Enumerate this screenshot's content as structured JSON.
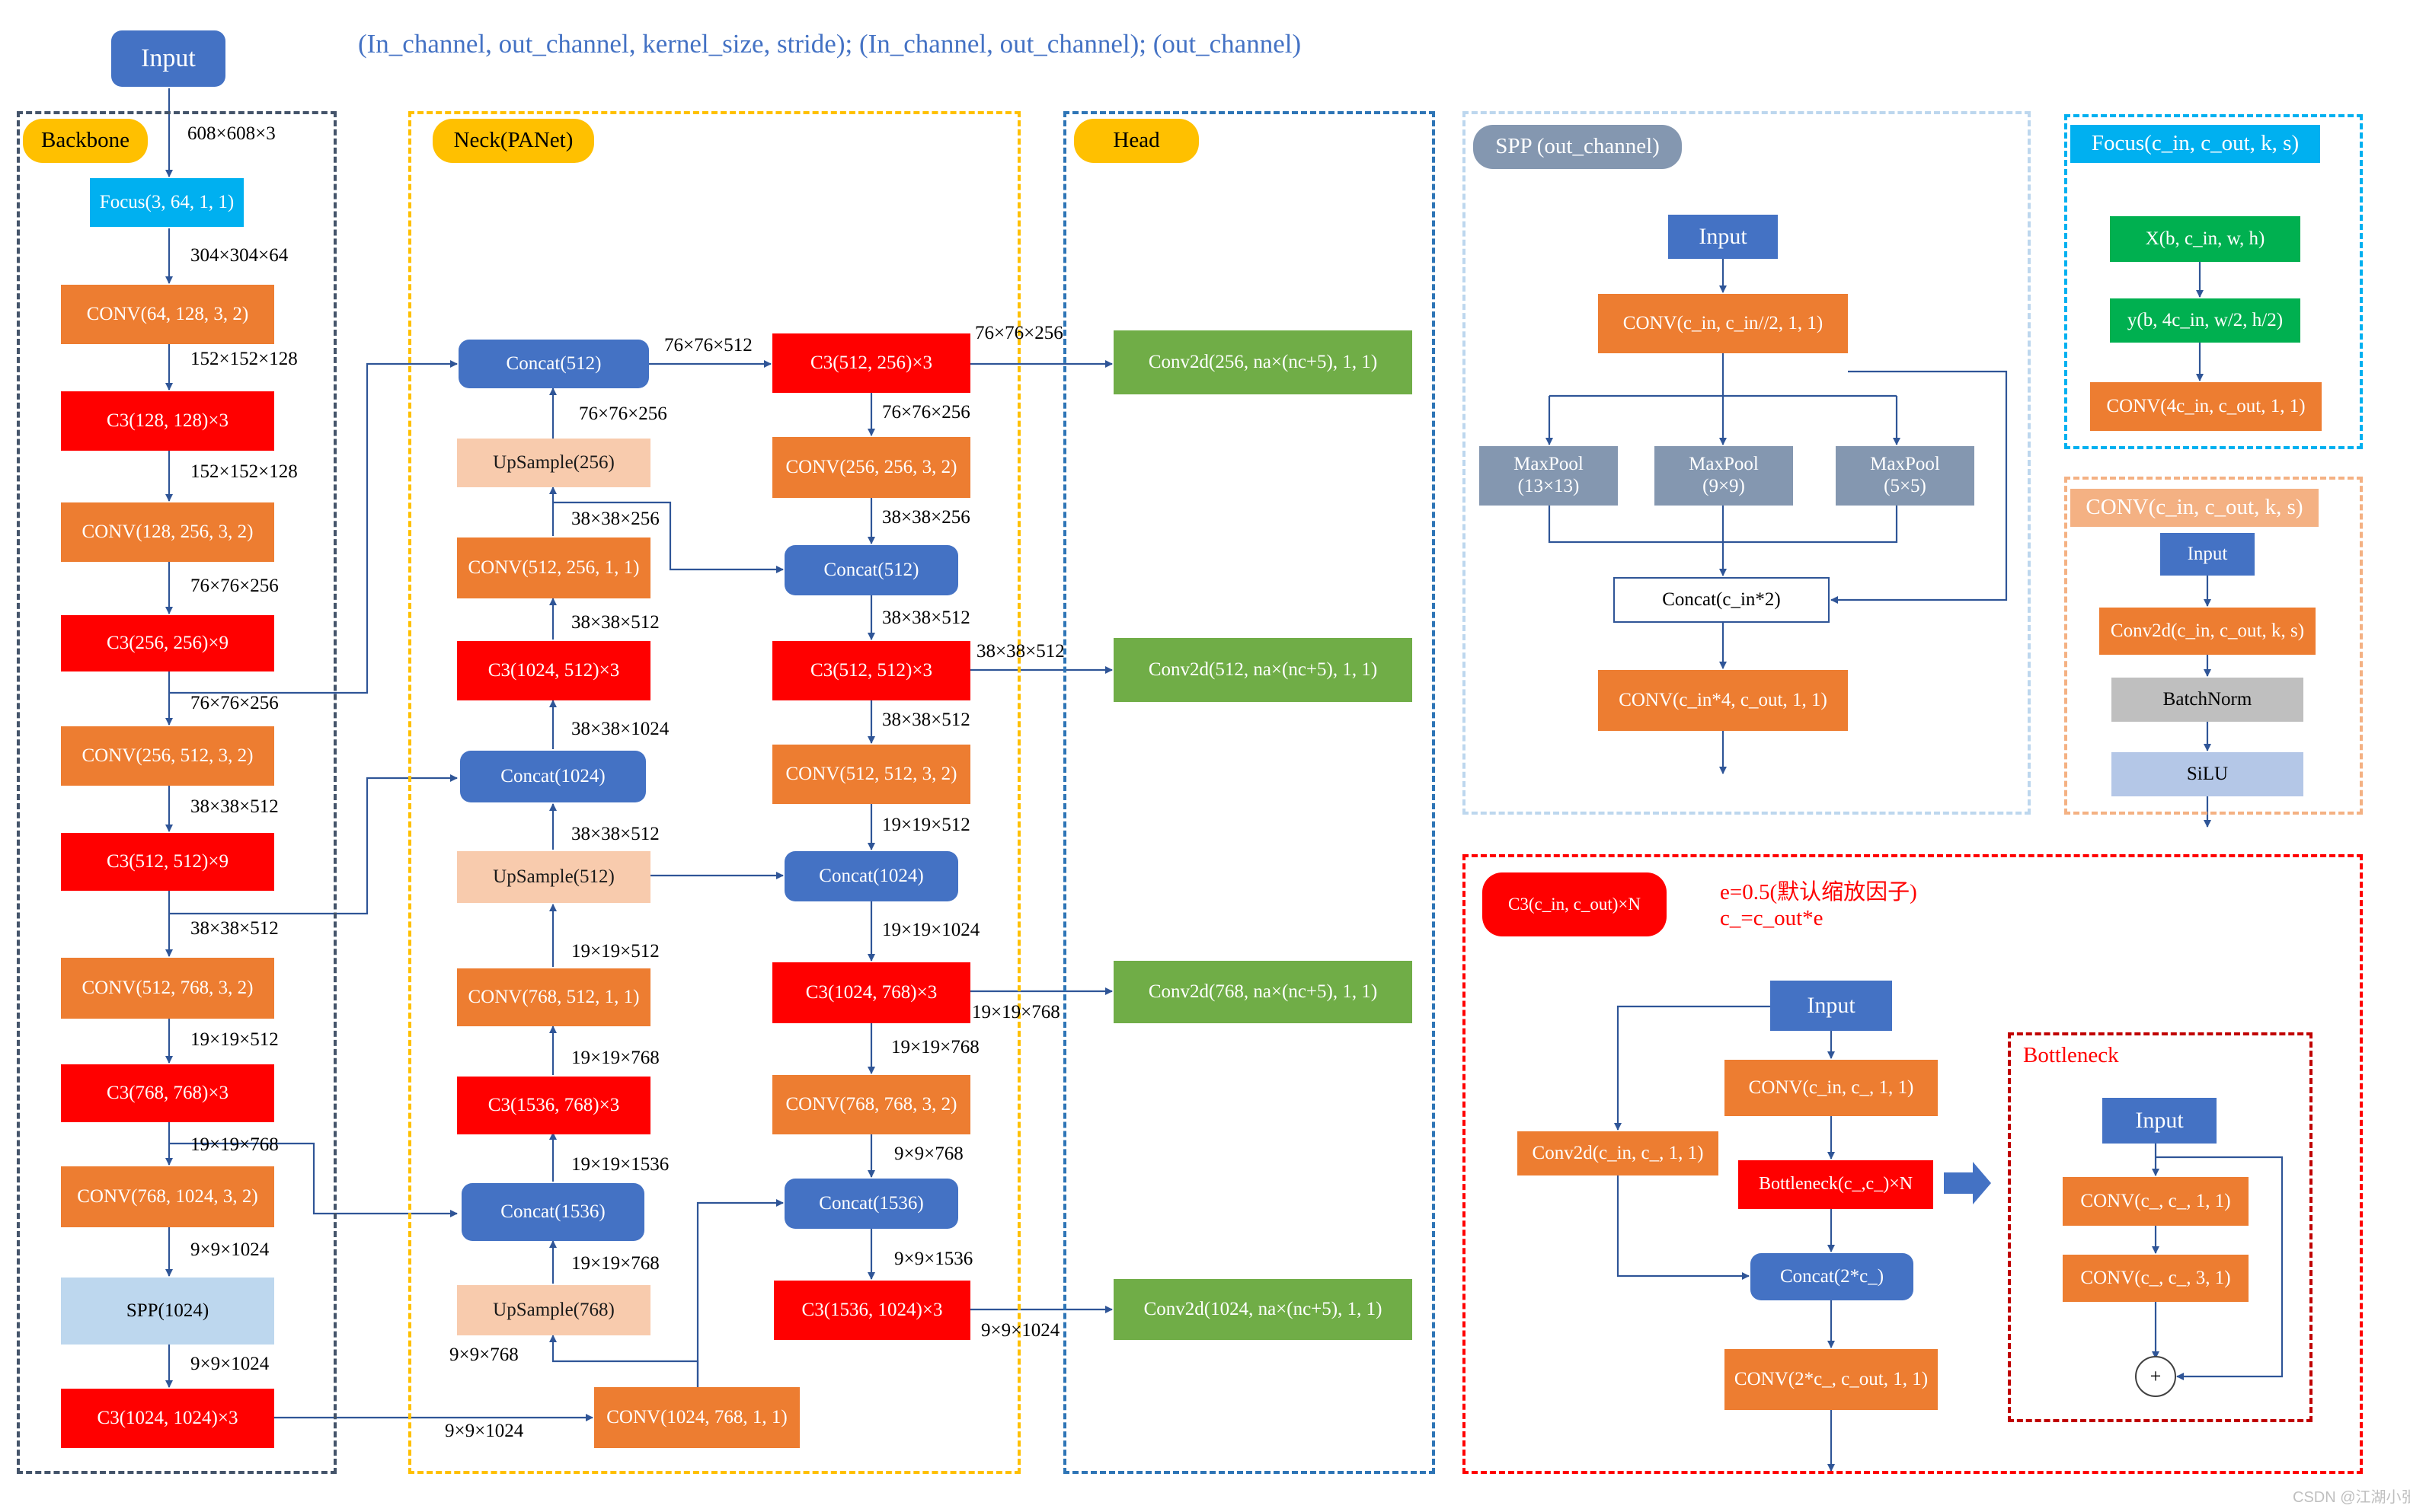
{
  "header": {
    "input_label": "Input",
    "legend": "(In_channel, out_channel, kernel_size, stride); (In_channel, out_channel); (out_channel)"
  },
  "sections": {
    "backbone": "Backbone",
    "neck": "Neck(PANet)",
    "head": "Head",
    "spp": "SPP (out_channel)",
    "focus": "Focus(c_in, c_out, k, s)",
    "conv": "CONV(c_in, c_out, k, s)",
    "c3": "C3(c_in, c_out)×N",
    "bottleneck": "Bottleneck"
  },
  "backbone": {
    "nodes": [
      "Focus(3, 64, 1, 1)",
      "CONV(64, 128, 3, 2)",
      "C3(128, 128)×3",
      "CONV(128, 256, 3, 2)",
      "C3(256, 256)×9",
      "CONV(256, 512, 3, 2)",
      "C3(512, 512)×9",
      "CONV(512, 768, 3, 2)",
      "C3(768, 768)×3",
      "CONV(768, 1024, 3, 2)",
      "SPP(1024)",
      "C3(1024, 1024)×3"
    ],
    "dims": [
      "608×608×3",
      "304×304×64",
      "152×152×128",
      "152×152×128",
      "76×76×256",
      "76×76×256",
      "38×38×512",
      "38×38×512",
      "19×19×512",
      "19×19×768",
      "9×9×1024",
      "9×9×1024"
    ]
  },
  "neck_left": {
    "nodes": [
      "Concat(512)",
      "UpSample(256)",
      "CONV(512, 256, 1, 1)",
      "C3(1024, 512)×3",
      "Concat(1024)",
      "UpSample(512)",
      "CONV(768, 512, 1, 1)",
      "C3(1536, 768)×3",
      "Concat(1536)",
      "UpSample(768)",
      "CONV(1024, 768, 1, 1)"
    ],
    "dims": [
      "76×76×512",
      "76×76×256",
      "38×38×256",
      "38×38×512",
      "38×38×1024",
      "38×38×512",
      "19×19×512",
      "19×19×768",
      "19×19×1536",
      "19×19×768",
      "9×9×768",
      "9×9×1024"
    ]
  },
  "neck_right": {
    "nodes": [
      "C3(512, 256)×3",
      "CONV(256, 256, 3, 2)",
      "Concat(512)",
      "C3(512, 512)×3",
      "CONV(512, 512, 3, 2)",
      "Concat(1024)",
      "C3(1024, 768)×3",
      "CONV(768, 768, 3, 2)",
      "Concat(1536)",
      "C3(1536, 1024)×3"
    ],
    "dims": [
      "76×76×256",
      "76×76×256",
      "38×38×256",
      "38×38×512",
      "38×38×512",
      "38×38×512",
      "19×19×512",
      "19×19×1024",
      "19×19×768",
      "19×19×768",
      "9×9×768",
      "9×9×1536",
      "9×9×1024"
    ]
  },
  "head": {
    "nodes": [
      "Conv2d(256, na×(nc+5), 1, 1)",
      "Conv2d(512, na×(nc+5), 1, 1)",
      "Conv2d(768, na×(nc+5), 1, 1)",
      "Conv2d(1024, na×(nc+5), 1, 1)"
    ]
  },
  "spp": {
    "input": "Input",
    "conv_in": "CONV(c_in, c_in//2, 1, 1)",
    "pools": [
      "MaxPool\n(13×13)",
      "MaxPool\n(9×9)",
      "MaxPool\n(5×5)"
    ],
    "concat": "Concat(c_in*2)",
    "conv_out": "CONV(c_in*4, c_out, 1, 1)"
  },
  "focus": {
    "nodes": [
      "X(b, c_in, w, h)",
      "y(b, 4c_in, w/2, h/2)",
      "CONV(4c_in, c_out, 1, 1)"
    ]
  },
  "conv_block": {
    "nodes": [
      "Input",
      "Conv2d(c_in, c_out, k, s)",
      "BatchNorm",
      "SiLU"
    ]
  },
  "c3": {
    "note1": "e=0.5(默认缩放因子)",
    "note2": "c_=c_out*e",
    "input": "Input",
    "conv1": "CONV(c_in, c_, 1, 1)",
    "bottleneck": "Bottleneck(c_,c_)×N",
    "conv2d": "Conv2d(c_in, c_, 1, 1)",
    "concat": "Concat(2*c_)",
    "conv_out": "CONV(2*c_, c_out, 1, 1)"
  },
  "bottleneck": {
    "input": "Input",
    "conv1": "CONV(c_, c_, 1, 1)",
    "conv2": "CONV(c_, c_, 3, 1)",
    "add": "+"
  },
  "watermark": "CSDN @江湖小张",
  "colors": {
    "conv": "#ED7D31",
    "c3": "#FF0000",
    "concat": "#4472C4",
    "head": "#70AD47",
    "upsample": "#F8CBAD",
    "spp_node": "#BDD7EE",
    "focus": "#00B0F0",
    "maxpool": "#8497B0",
    "section_tag": "#FFC000"
  }
}
